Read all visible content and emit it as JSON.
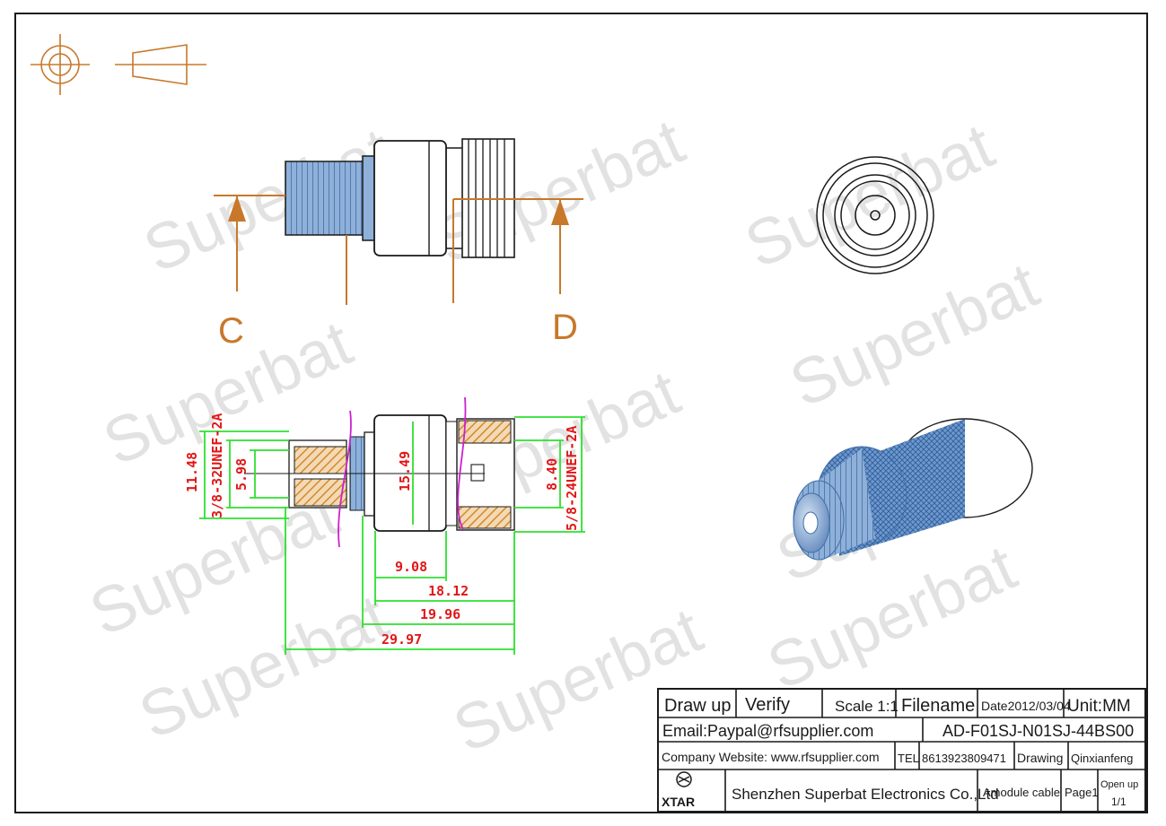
{
  "colors": {
    "frame": "#1a1a1a",
    "lead_line": "#c8782a",
    "dimension": "#2ee02e",
    "dim_text": "#e01818",
    "cut_line": "#cc22cc",
    "metal_fill": "#6f98cc",
    "section_hatch": "#d28a2a",
    "watermark": "#d9d9d9"
  },
  "watermark": "Superbat",
  "drawing": {
    "label_c": "C",
    "label_d": "D",
    "dims": {
      "d_1148": "11.48",
      "d_598": "5.98",
      "thread_left": "3/8-32UNEF-2A",
      "d_1549": "15.49",
      "d_840": "8.40",
      "thread_right": "5/8-24UNEF-2A",
      "d_908": "9.08",
      "d_1812": "18.12",
      "d_1996": "19.96",
      "d_2997": "29.97"
    }
  },
  "title_block": {
    "draw_up": "Draw up",
    "verify": "Verify",
    "scale": "Scale 1:1",
    "filename": "Filename",
    "date": "Date2012/03/04",
    "unit": "Unit:MM",
    "email": "Email:Paypal@rfsupplier.com",
    "part_no": "AD-F01SJ-N01SJ-44BS00",
    "website": "Company Website:  www.rfsupplier.com",
    "tel_label": "TEL",
    "tel": "8613923809471",
    "drawing_label": "Drawing",
    "drawer": "Qinxianfeng",
    "logo": "XTAR",
    "company": "Shenzhen Superbat Electronics Co.,Ltd",
    "product": "Amodule cable",
    "page": "Page1",
    "open_up": "Open up",
    "open_up_value": "1/1"
  }
}
